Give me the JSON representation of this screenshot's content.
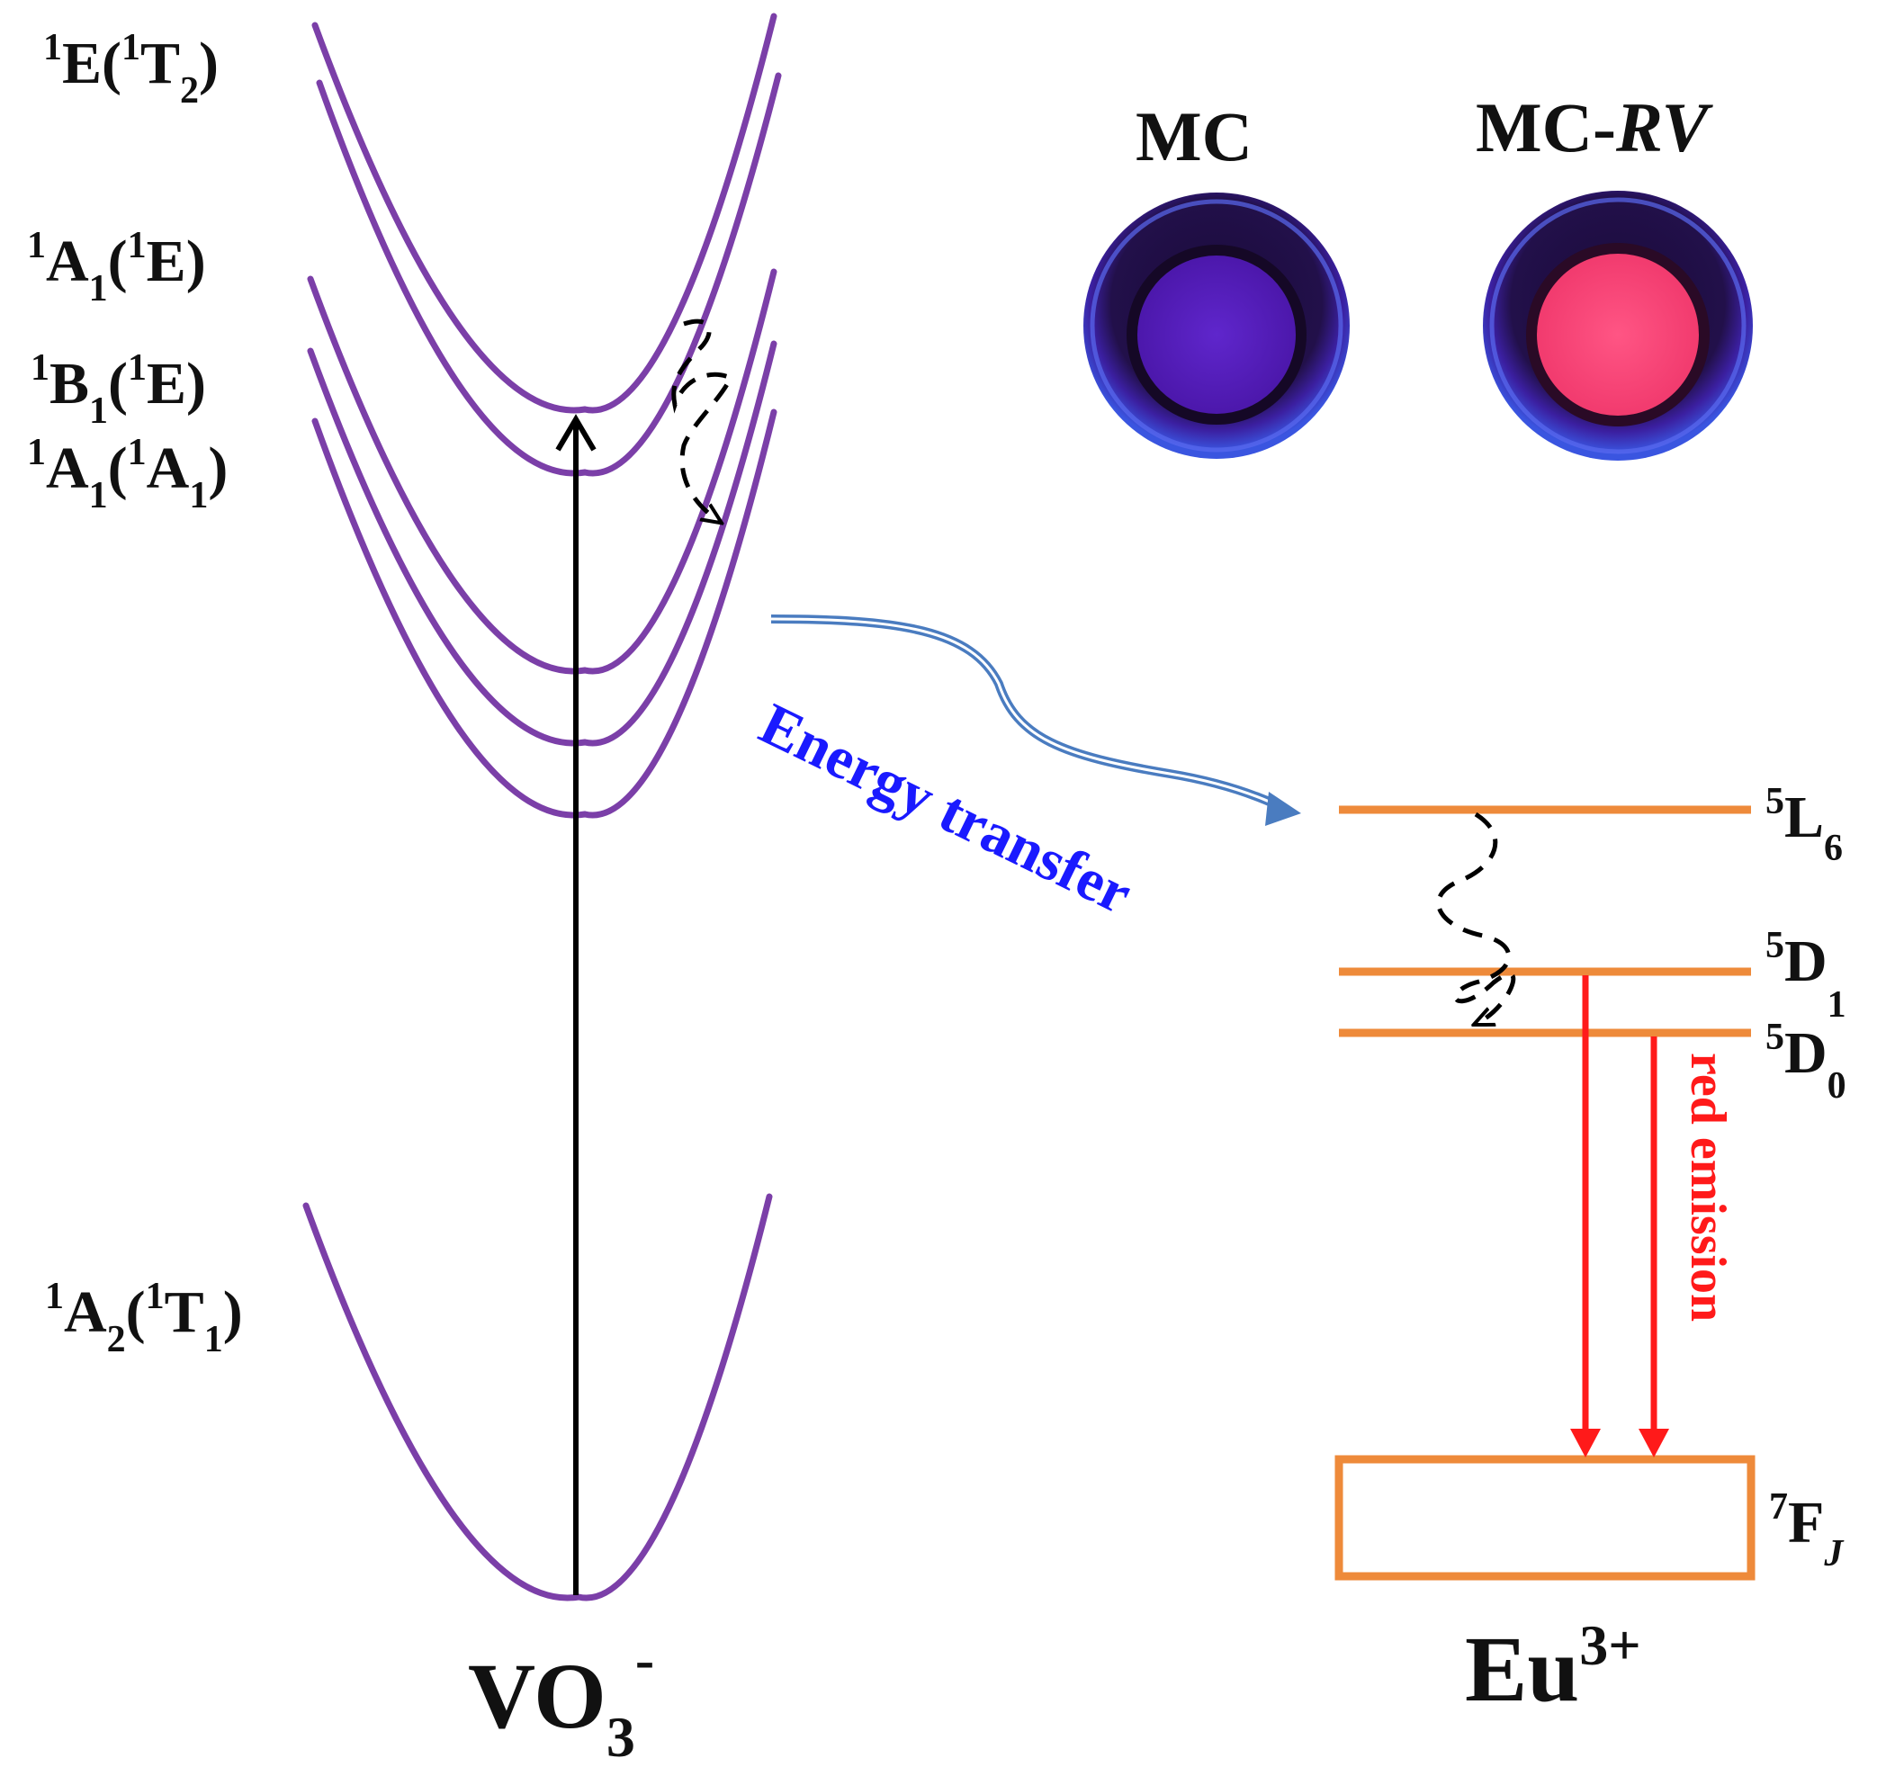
{
  "vo3": {
    "states": [
      {
        "term": "E",
        "spin": "1",
        "sym_sub": "",
        "parent": "T",
        "parent_spin": "1",
        "parent_sub": "2"
      },
      {
        "term": "A",
        "spin": "1",
        "sym_sub": "1",
        "parent": "E",
        "parent_spin": "1",
        "parent_sub": ""
      },
      {
        "term": "B",
        "spin": "1",
        "sym_sub": "1",
        "parent": "E",
        "parent_spin": "1",
        "parent_sub": ""
      },
      {
        "term": "A",
        "spin": "1",
        "sym_sub": "1",
        "parent": "A",
        "parent_spin": "1",
        "parent_sub": "1"
      },
      {
        "term": "A",
        "spin": "1",
        "sym_sub": "2",
        "parent": "T",
        "parent_spin": "1",
        "parent_sub": "1"
      }
    ],
    "label": {
      "base": "VO",
      "sub": "3",
      "sup": "-"
    },
    "curve_color": "#7b3fa8",
    "excitation_arrow_color": "#000000"
  },
  "eu": {
    "levels": [
      {
        "spin": "5",
        "letter": "L",
        "sub": "6",
        "italic": false
      },
      {
        "spin": "5",
        "letter": "D",
        "sub": "1",
        "italic": false
      },
      {
        "spin": "5",
        "letter": "D",
        "sub": "0",
        "italic": false
      },
      {
        "spin": "7",
        "letter": "F",
        "sub": "J",
        "italic": true
      }
    ],
    "label": {
      "base": "Eu",
      "sup": "3+"
    },
    "level_color": "#ee8a3a"
  },
  "energy_transfer": {
    "text": "Energy transfer",
    "color": "#1a1aff",
    "arrow_color": "#4a7cc0"
  },
  "red_emission": {
    "text": "red emission",
    "color": "#ff1a1a"
  },
  "samples": [
    {
      "label": "MC",
      "rv": "",
      "center_color": "#5a1fc2"
    },
    {
      "label": "MC-",
      "rv": "RV",
      "center_color": "#ff4a78"
    }
  ]
}
